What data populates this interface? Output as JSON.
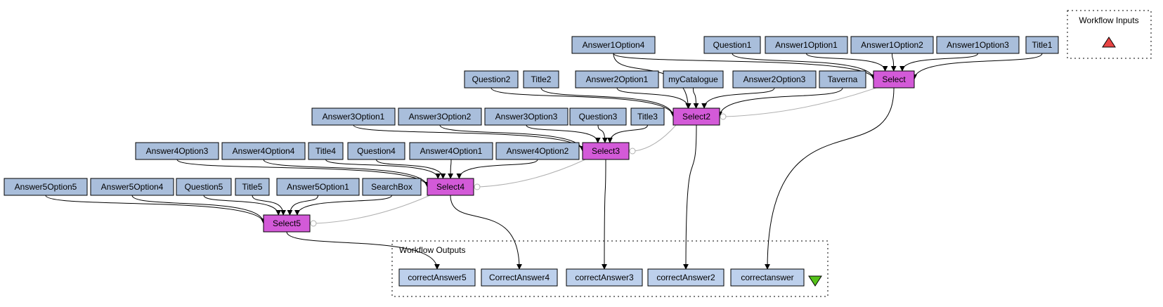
{
  "colors": {
    "input_fill": "#a9bedb",
    "processor_fill": "#d35ad8",
    "output_fill": "#bdd0ec",
    "edge": "#000000",
    "control_edge": "#b0b0b0",
    "input_port_triangle": "#e84444",
    "output_port_triangle": "#55c21a"
  },
  "clusters": {
    "workflow_inputs": {
      "label": "Workflow Inputs"
    },
    "workflow_outputs": {
      "label": "Workflow Outputs"
    }
  },
  "inputs": [
    {
      "id": "Answer1Option4",
      "label": "Answer1Option4"
    },
    {
      "id": "Question1",
      "label": "Question1"
    },
    {
      "id": "Answer1Option1",
      "label": "Answer1Option1"
    },
    {
      "id": "Answer1Option2",
      "label": "Answer1Option2"
    },
    {
      "id": "Answer1Option3",
      "label": "Answer1Option3"
    },
    {
      "id": "Title1",
      "label": "Title1"
    },
    {
      "id": "Question2",
      "label": "Question2"
    },
    {
      "id": "Title2",
      "label": "Title2"
    },
    {
      "id": "Answer2Option1",
      "label": "Answer2Option1"
    },
    {
      "id": "myCatalogue",
      "label": "myCatalogue"
    },
    {
      "id": "Answer2Option3",
      "label": "Answer2Option3"
    },
    {
      "id": "Taverna",
      "label": "Taverna"
    },
    {
      "id": "Answer3Option1",
      "label": "Answer3Option1"
    },
    {
      "id": "Answer3Option2",
      "label": "Answer3Option2"
    },
    {
      "id": "Answer3Option3",
      "label": "Answer3Option3"
    },
    {
      "id": "Question3",
      "label": "Question3"
    },
    {
      "id": "Title3",
      "label": "Title3"
    },
    {
      "id": "Answer4Option3",
      "label": "Answer4Option3"
    },
    {
      "id": "Answer4Option4",
      "label": "Answer4Option4"
    },
    {
      "id": "Title4",
      "label": "Title4"
    },
    {
      "id": "Question4",
      "label": "Question4"
    },
    {
      "id": "Answer4Option1",
      "label": "Answer4Option1"
    },
    {
      "id": "Answer4Option2",
      "label": "Answer4Option2"
    },
    {
      "id": "Answer5Option5",
      "label": "Answer5Option5"
    },
    {
      "id": "Answer5Option4",
      "label": "Answer5Option4"
    },
    {
      "id": "Question5",
      "label": "Question5"
    },
    {
      "id": "Title5",
      "label": "Title5"
    },
    {
      "id": "Answer5Option1",
      "label": "Answer5Option1"
    },
    {
      "id": "SearchBox",
      "label": "SearchBox"
    }
  ],
  "processors": [
    {
      "id": "Select",
      "label": "Select"
    },
    {
      "id": "Select2",
      "label": "Select2"
    },
    {
      "id": "Select3",
      "label": "Select3"
    },
    {
      "id": "Select4",
      "label": "Select4"
    },
    {
      "id": "Select5",
      "label": "Select5"
    }
  ],
  "outputs": [
    {
      "id": "correctAnswer5",
      "label": "correctAnswer5"
    },
    {
      "id": "CorrectAnswer4",
      "label": "CorrectAnswer4"
    },
    {
      "id": "correctAnswer3",
      "label": "correctAnswer3"
    },
    {
      "id": "correctAnswer2",
      "label": "correctAnswer2"
    },
    {
      "id": "correctanswer",
      "label": "correctanswer"
    }
  ],
  "edges": [
    [
      "Answer1Option4",
      "Select"
    ],
    [
      "Question1",
      "Select"
    ],
    [
      "Answer1Option1",
      "Select"
    ],
    [
      "Answer1Option2",
      "Select"
    ],
    [
      "Answer1Option3",
      "Select"
    ],
    [
      "Title1",
      "Select"
    ],
    [
      "Answer1Option4",
      "Select2"
    ],
    [
      "Question2",
      "Select2"
    ],
    [
      "Title2",
      "Select2"
    ],
    [
      "Answer2Option1",
      "Select2"
    ],
    [
      "myCatalogue",
      "Select2"
    ],
    [
      "Answer2Option3",
      "Select2"
    ],
    [
      "Taverna",
      "Select2"
    ],
    [
      "Answer3Option1",
      "Select3"
    ],
    [
      "Answer3Option2",
      "Select3"
    ],
    [
      "Answer3Option3",
      "Select3"
    ],
    [
      "Question3",
      "Select3"
    ],
    [
      "Title3",
      "Select3"
    ],
    [
      "Answer4Option3",
      "Select4"
    ],
    [
      "Answer4Option4",
      "Select4"
    ],
    [
      "Title4",
      "Select4"
    ],
    [
      "Question4",
      "Select4"
    ],
    [
      "Answer4Option1",
      "Select4"
    ],
    [
      "Answer4Option2",
      "Select4"
    ],
    [
      "Answer5Option5",
      "Select5"
    ],
    [
      "Answer5Option4",
      "Select5"
    ],
    [
      "Question5",
      "Select5"
    ],
    [
      "Title5",
      "Select5"
    ],
    [
      "Answer5Option1",
      "Select5"
    ],
    [
      "SearchBox",
      "Select5"
    ],
    [
      "Select",
      "correctanswer"
    ],
    [
      "Select2",
      "correctAnswer2"
    ],
    [
      "Select3",
      "correctAnswer3"
    ],
    [
      "Select4",
      "CorrectAnswer4"
    ],
    [
      "Select5",
      "correctAnswer5"
    ]
  ],
  "control_links": [
    [
      "Select",
      "Select2"
    ],
    [
      "Select2",
      "Select3"
    ],
    [
      "Select3",
      "Select4"
    ],
    [
      "Select4",
      "Select5"
    ]
  ]
}
